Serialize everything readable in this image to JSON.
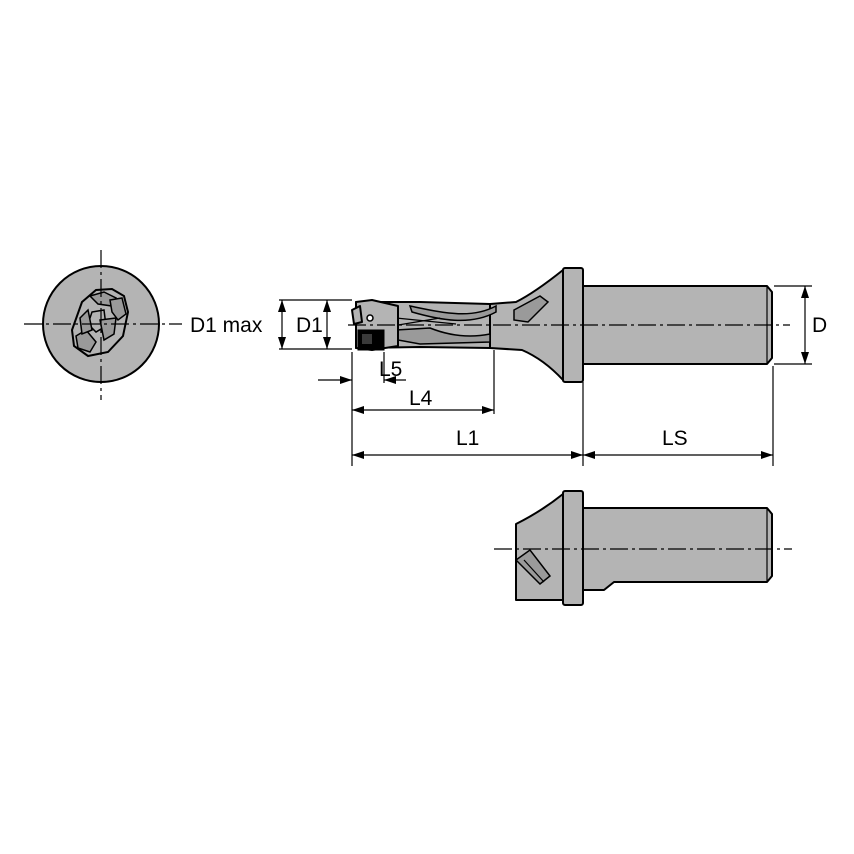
{
  "colors": {
    "body": "#b4b4b4",
    "insert": "#000000",
    "line": "#000000",
    "background": "#ffffff"
  },
  "labels": {
    "d1max": "D1 max",
    "d1": "D1",
    "d": "D",
    "l5": "L5",
    "l4": "L4",
    "l1": "L1",
    "ls": "LS"
  }
}
